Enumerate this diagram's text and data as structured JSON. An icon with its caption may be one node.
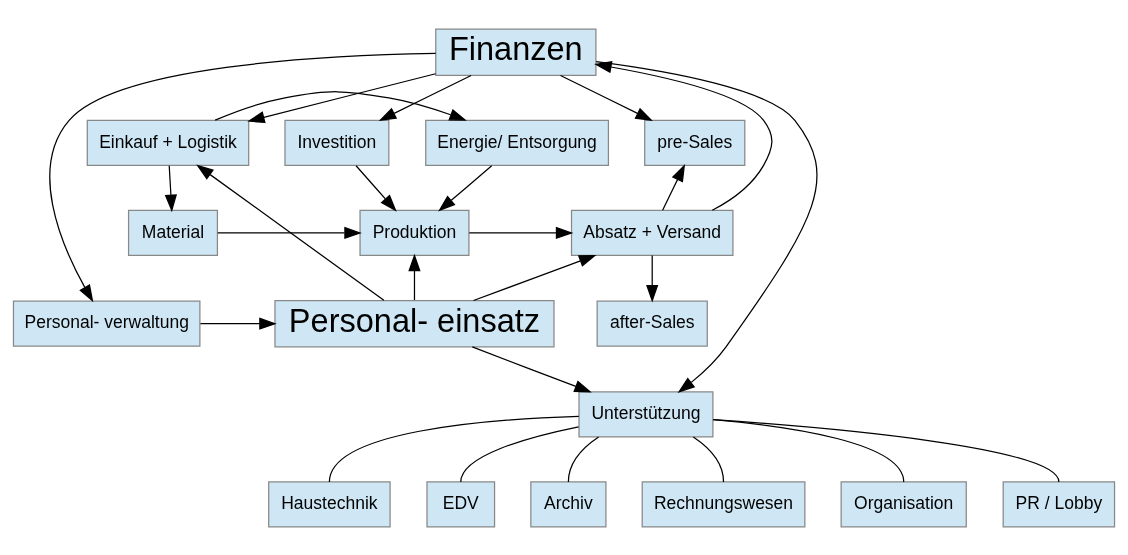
{
  "diagram": {
    "nodes": [
      {
        "text": [
          "Finanzen"
        ]
      },
      {
        "text": [
          "Investition"
        ]
      },
      {
        "text": [
          "pre-Sales"
        ]
      },
      {
        "text": [
          "Einkauf + Logistik"
        ]
      },
      {
        "text": [
          "Energie/ Entsorgung"
        ]
      },
      {
        "text": [
          "Material"
        ]
      },
      {
        "text": [
          "Produktion"
        ]
      },
      {
        "text": [
          "Absatz + Versand"
        ]
      },
      {
        "text": [
          "Personal- verwaltung"
        ]
      },
      {
        "text": [
          "Personal- einsatz"
        ]
      },
      {
        "text": [
          "after-Sales"
        ]
      },
      {
        "text": [
          "Unterstützung"
        ]
      },
      {
        "text": [
          "Haustechnik"
        ]
      },
      {
        "text": [
          "EDV"
        ]
      },
      {
        "text": [
          "Archiv"
        ]
      },
      {
        "text": [
          "Rechnungswesen"
        ]
      },
      {
        "text": [
          "Organisation"
        ]
      },
      {
        "text": [
          "PR / Lobby"
        ]
      }
    ],
    "edges": [
      {
        "from": 0,
        "to": 1,
        "arrow": "to"
      },
      {
        "from": 0,
        "to": 2,
        "arrow": "to"
      },
      {
        "from": 0,
        "to": 3,
        "arrow": "to"
      },
      {
        "from": 0,
        "to": 8,
        "arrow": "to"
      },
      {
        "from": 0,
        "to": 11,
        "arrow": "to"
      },
      {
        "from": 7,
        "to": 0,
        "arrow": "to"
      },
      {
        "from": 1,
        "to": 6,
        "arrow": "to"
      },
      {
        "from": 3,
        "to": 4,
        "arrow": "to"
      },
      {
        "from": 3,
        "to": 5,
        "arrow": "to"
      },
      {
        "from": 4,
        "to": 6,
        "arrow": "to"
      },
      {
        "from": 5,
        "to": 6,
        "arrow": "to"
      },
      {
        "from": 6,
        "to": 7,
        "arrow": "to"
      },
      {
        "from": 9,
        "to": 3,
        "arrow": "to"
      },
      {
        "from": 9,
        "to": 6,
        "arrow": "to"
      },
      {
        "from": 9,
        "to": 7,
        "arrow": "to"
      },
      {
        "from": 8,
        "to": 9,
        "arrow": "to"
      },
      {
        "from": 9,
        "to": 11,
        "arrow": "to"
      },
      {
        "from": 7,
        "to": 2,
        "arrow": "to"
      },
      {
        "from": 7,
        "to": 10,
        "arrow": "to"
      },
      {
        "from": 11,
        "to": 12,
        "arrow": "none"
      },
      {
        "from": 11,
        "to": 13,
        "arrow": "none"
      },
      {
        "from": 11,
        "to": 14,
        "arrow": "none"
      },
      {
        "from": 11,
        "to": 15,
        "arrow": "none"
      },
      {
        "from": 11,
        "to": 16,
        "arrow": "none"
      },
      {
        "from": 11,
        "to": 17,
        "arrow": "none"
      }
    ]
  }
}
